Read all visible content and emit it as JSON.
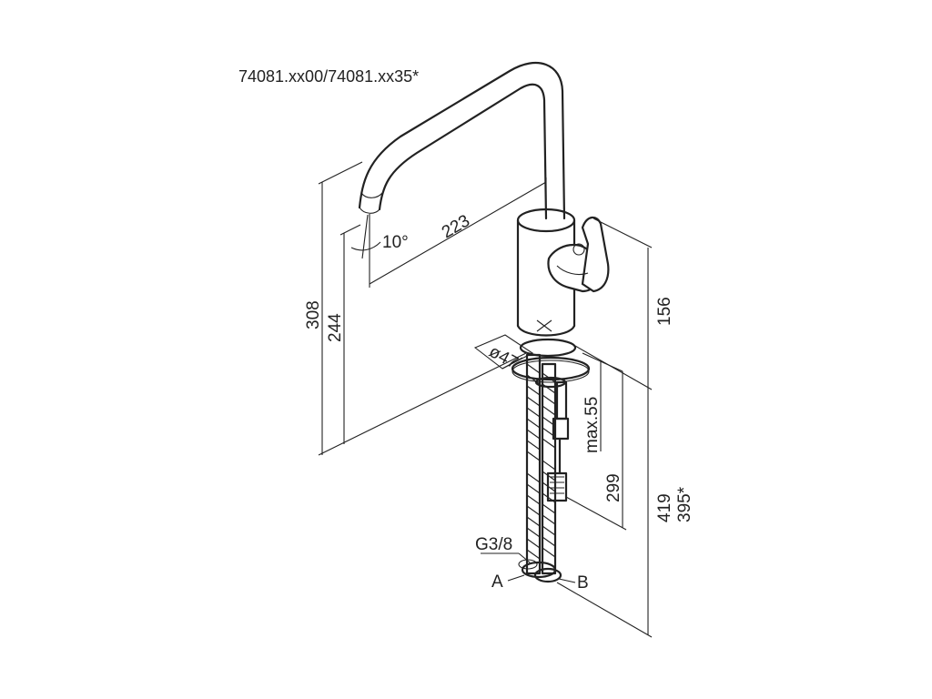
{
  "model_number": "74081.xx00/74081.xx35*",
  "dimensions": {
    "spout_reach": "223",
    "spout_angle": "10°",
    "total_height": "308",
    "spout_height": "244",
    "body_height": "156",
    "diameter": "ø47",
    "max_thickness": "max.55",
    "hose_length": "299",
    "below_length_1": "419",
    "below_length_2": "395*"
  },
  "callouts": {
    "thread": "G3/8",
    "a": "A",
    "b": "B"
  }
}
